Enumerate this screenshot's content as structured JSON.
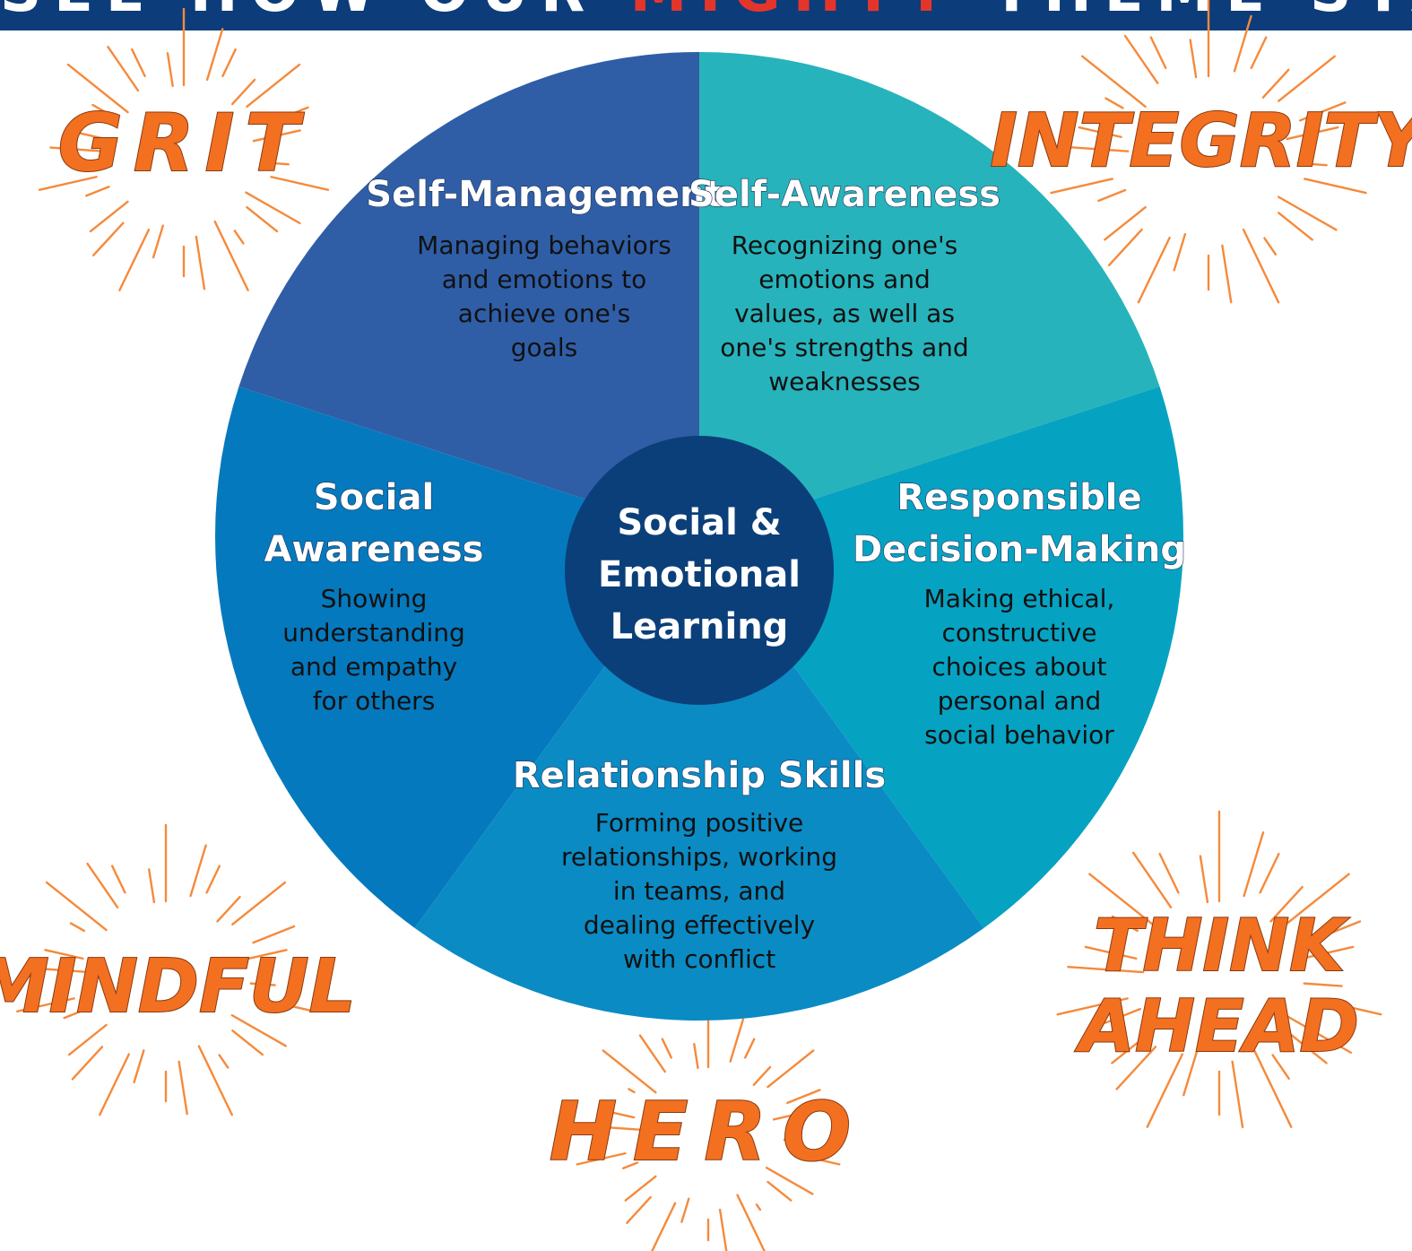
{
  "banner": {
    "before": "SEE HOW OUR ",
    "highlight": "MIGHTY",
    "after": " THEME STACKS UP!",
    "colors": {
      "background": "#0d3c7a",
      "text": "#ffffff",
      "highlight": "#e4352b"
    }
  },
  "center": {
    "lines": [
      "Social &",
      "Emotional",
      "Learning"
    ],
    "color": "#0b3f79"
  },
  "segments": [
    {
      "key": "self-management",
      "title": [
        "Self-Management"
      ],
      "description": [
        "Managing behaviors",
        "and emotions to",
        "achieve one's",
        "goals"
      ],
      "color": "#2f5ea7"
    },
    {
      "key": "self-awareness",
      "title": [
        "Self-Awareness"
      ],
      "description": [
        "Recognizing one's",
        "emotions and",
        "values, as well as",
        "one's strengths and",
        "weaknesses"
      ],
      "color": "#27b3bb"
    },
    {
      "key": "responsible-decision-making",
      "title": [
        "Responsible",
        "Decision-Making"
      ],
      "description": [
        "Making ethical,",
        "constructive",
        "choices about",
        "personal and",
        "social behavior"
      ],
      "color": "#06a2c2"
    },
    {
      "key": "relationship-skills",
      "title": [
        "Relationship Skills"
      ],
      "description": [
        "Forming positive",
        "relationships, working",
        "in teams, and",
        "dealing effectively",
        "with conflict"
      ],
      "color": "#0a8bc4"
    },
    {
      "key": "social-awareness",
      "title": [
        "Social",
        "Awareness"
      ],
      "description": [
        "Showing",
        "understanding",
        "and empathy",
        "for others"
      ],
      "color": "#0579bd"
    }
  ],
  "theme_words": [
    {
      "key": "grit",
      "text": "GRIT"
    },
    {
      "key": "integrity",
      "text": "INTEGRITY"
    },
    {
      "key": "mindful",
      "text": "MINDFUL"
    },
    {
      "key": "think-ahead",
      "text": "THINK AHEAD"
    },
    {
      "key": "hero",
      "text": "HERO"
    }
  ],
  "word_color": "#f37021"
}
